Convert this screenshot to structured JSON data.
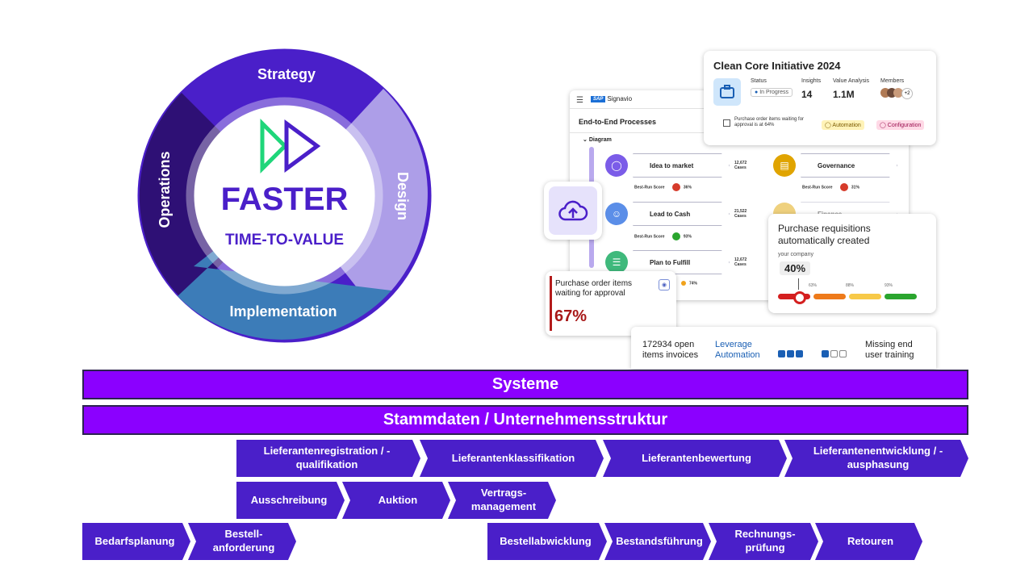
{
  "cycle": {
    "center_title": "FASTER",
    "center_sub": "TIME-TO-VALUE",
    "segments": [
      "Strategy",
      "Design",
      "Implementation",
      "Operations"
    ]
  },
  "signavio": {
    "brand": "Signavio",
    "sap": "SAP",
    "section_title": "End-to-End Processes",
    "diagram_label": "Diagram",
    "processes": [
      {
        "name": "Idea to market",
        "cases_num": "12,672",
        "cases_label": "Cases",
        "score_label": "Best-Run Score",
        "score": "36%",
        "color": "#d63b2b",
        "icon_bg": "#7b5ce8"
      },
      {
        "name": "Lead to Cash",
        "cases_num": "21,522",
        "cases_label": "Cases",
        "score_label": "Best-Run Score",
        "score": "93%",
        "color": "#2aa52e",
        "icon_bg": "#5b8ee8"
      },
      {
        "name": "Plan to Fulfill",
        "cases_num": "12,672",
        "cases_label": "Cases",
        "score_label": "Best-Run Score",
        "score": "74%",
        "color": "#f0a21c",
        "icon_bg": "#3fb97c"
      },
      {
        "name": "Governance",
        "cases_num": "",
        "cases_label": "",
        "score_label": "Best-Run Score",
        "score": "31%",
        "color": "#d63b2b",
        "icon_bg": "#e0a400"
      },
      {
        "name": "Finance",
        "cases_num": "",
        "cases_label": "",
        "score_label": "",
        "score": "",
        "color": "#ffffff",
        "icon_bg": "#e0a400"
      }
    ]
  },
  "initiative": {
    "title": "Clean Core Initiative 2024",
    "status_label": "Status",
    "status_value": "In Progress",
    "insights_label": "Insights",
    "insights_value": "14",
    "value_label": "Value Analysis",
    "value_value": "1.1M",
    "members_label": "Members",
    "members_more": "+2",
    "checkbox_text": "Purchase order items waiting for approval is at 64%",
    "tag1": "Automation",
    "tag2": "Configuration"
  },
  "po_card": {
    "title": "Purchase order items waiting for approval",
    "value": "67%"
  },
  "pr_card": {
    "title": "Purchase requisitions automatically created",
    "sub": "your company",
    "value": "40%",
    "marks": [
      "63%",
      "88%",
      "93%"
    ]
  },
  "bottom_card": {
    "col1": "172934 open items invoices",
    "col2": "Leverage Automation",
    "col3": "Missing end user training"
  },
  "bars": {
    "systeme": "Systeme",
    "stammdaten": "Stammdaten / Unternehmensstruktur"
  },
  "row1": [
    "Lieferantenregistration / -qualifikation",
    "Lieferantenklassifikation",
    "Lieferantenbewertung",
    "Lieferantenentwicklung / -ausphasung"
  ],
  "row2": [
    "Ausschreibung",
    "Auktion",
    "Vertrags-management"
  ],
  "row3a": [
    "Bedarfsplanung",
    "Bestell-anforderung"
  ],
  "row3b": [
    "Bestellabwicklung",
    "Bestandsführung",
    "Rechnungs-prüfung",
    "Retouren"
  ],
  "colors": {
    "purple_bar": "#8b00ff",
    "chevron": "#4a1fc9",
    "cycle_dark": "#2e1075",
    "cycle_mid": "#4a1fc9",
    "cycle_light": "#ad9ee8",
    "cycle_blue": "#3c7cb8",
    "accent_green": "#1fd67a"
  }
}
